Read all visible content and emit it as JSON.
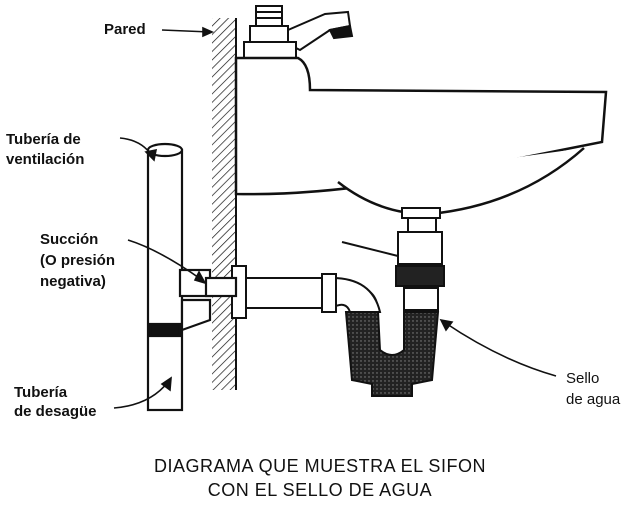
{
  "labels": {
    "pared": "Pared",
    "ventilacion_l1": "Tubería de",
    "ventilacion_l2": "ventilación",
    "succion_l1": "Succión",
    "succion_l2": "(O presión",
    "succion_l3": "negativa)",
    "desague_l1": "Tubería",
    "desague_l2": "de desagüe",
    "sello_l1": "Sello",
    "sello_l2": "de agua"
  },
  "caption": {
    "line1": "DIAGRAMA QUE MUESTRA EL SIFON",
    "line2": "CON EL SELLO DE AGUA"
  },
  "colors": {
    "ink": "#111111",
    "paper": "#ffffff"
  }
}
